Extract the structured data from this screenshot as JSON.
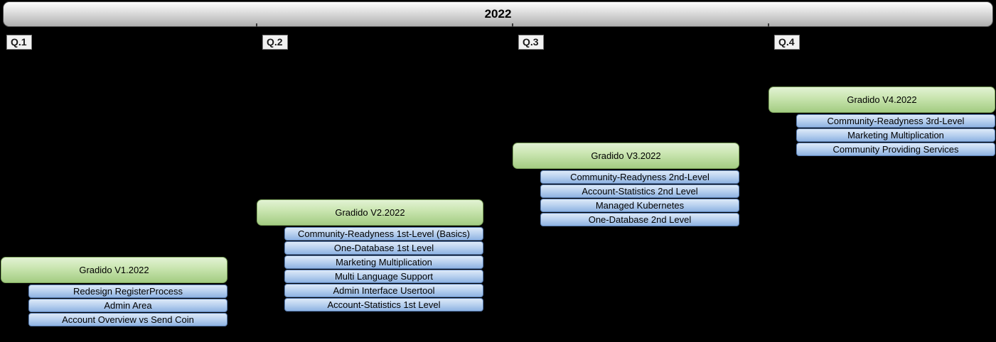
{
  "year": {
    "label": "2022"
  },
  "colors": {
    "background": "#000000",
    "year_bar_top": "#fdfdfd",
    "year_bar_bottom": "#aeaeae",
    "release_green_top": "#e2f2d4",
    "release_green_bottom": "#a3cc82",
    "release_green_border": "#7ea55c",
    "feature_blue_top": "#dde9f8",
    "feature_blue_bottom": "#8fb3e2",
    "feature_blue_border": "#5a7fb5",
    "quarter_label_bg": "#f2f2f2"
  },
  "quarters": [
    {
      "label": "Q.1",
      "title": "Gradido V1.2022",
      "items": [
        "Redesign RegisterProcess",
        "Admin Area",
        "Account Overview vs Send Coin"
      ]
    },
    {
      "label": "Q.2",
      "title": "Gradido V2.2022",
      "items": [
        "Community-Readyness 1st-Level (Basics)",
        "One-Database 1st Level",
        "Marketing Multiplication",
        "Multi Language Support",
        "Admin Interface Usertool",
        "Account-Statistics 1st Level"
      ]
    },
    {
      "label": "Q.3",
      "title": "Gradido V3.2022",
      "items": [
        "Community-Readyness 2nd-Level",
        "Account-Statistics 2nd Level",
        "Managed Kubernetes",
        "One-Database 2nd Level"
      ]
    },
    {
      "label": "Q.4",
      "title": "Gradido V4.2022",
      "items": [
        "Community-Readyness 3rd-Level",
        "Marketing Multiplication",
        "Community Providing Services"
      ]
    }
  ]
}
